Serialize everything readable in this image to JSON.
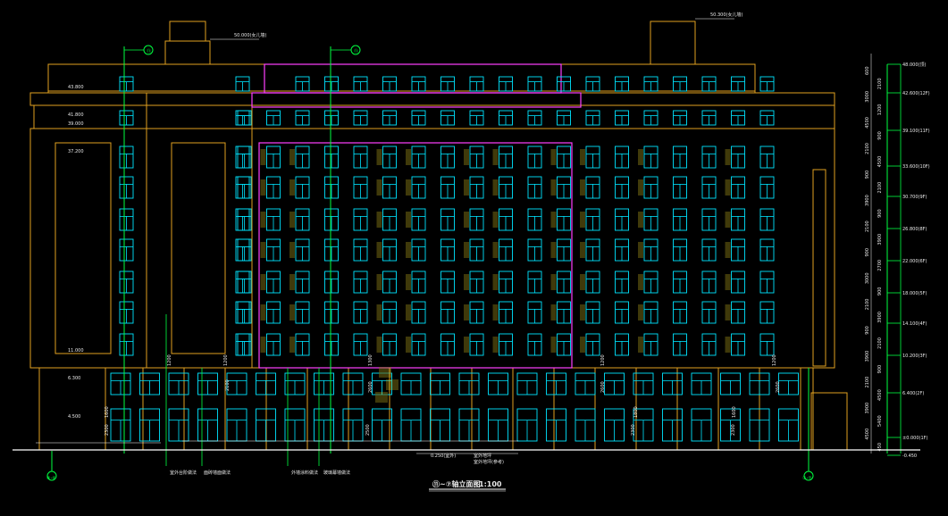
{
  "drawing": {
    "title": "⑪~⑦轴立面图",
    "scale": "1:100",
    "colors": {
      "background": "#000000",
      "outline": "#e0a020",
      "window": "#00e5ff",
      "accent": "#ff40ff",
      "dimension": "#00ff40",
      "hatch": "#d4c020",
      "ground": "#ffffff",
      "text": "#e8e8e8"
    },
    "top_labels": {
      "roof_left": "50.000(女儿墙)",
      "roof_right": "50.300(女儿墙)",
      "axis_top_a": "⑪",
      "axis_top_b": "⑪"
    },
    "left_levels": [
      "43.800",
      "41.800",
      "39.000",
      "37.200",
      "11.000",
      "6.300",
      "4.500"
    ],
    "right_levels": [
      "48.000(顶)",
      "42.600(12F)",
      "39.100(11F)",
      "33.600(10F)",
      "30.700(9F)",
      "26.800(8F)",
      "22.000(6F)",
      "18.000(5F)",
      "14.100(4F)",
      "10.200(3F)",
      "6.400(2F)",
      "±0.000(1F)",
      "-0.450"
    ],
    "right_dims": [
      "600",
      "2100",
      "3000",
      "1200",
      "4500",
      "900",
      "2100",
      "4500",
      "900",
      "2100",
      "3900",
      "900",
      "2100",
      "3900",
      "900",
      "2700",
      "3000",
      "900",
      "2100",
      "3900",
      "900",
      "2100",
      "3900",
      "900",
      "2100",
      "4500",
      "3900",
      "5400",
      "4500",
      "450"
    ],
    "dims_mid": [
      "1200",
      "1200",
      "1300",
      "1200",
      "1200",
      "2100",
      "2600",
      "2600",
      "2600",
      "1800",
      "1600",
      "1600",
      "2300",
      "2500",
      "2300",
      "2300"
    ],
    "ground": {
      "level": "0.250(室外)",
      "note1": "室外地坪",
      "note2": "室外地坪(参考)"
    },
    "bottom_notes": [
      "室外台阶做法",
      "面砖墙面做法",
      "外墙涂料做法",
      "玻璃幕墙做法"
    ],
    "axes": {
      "left": "③-④",
      "right": "③-⑦"
    }
  }
}
